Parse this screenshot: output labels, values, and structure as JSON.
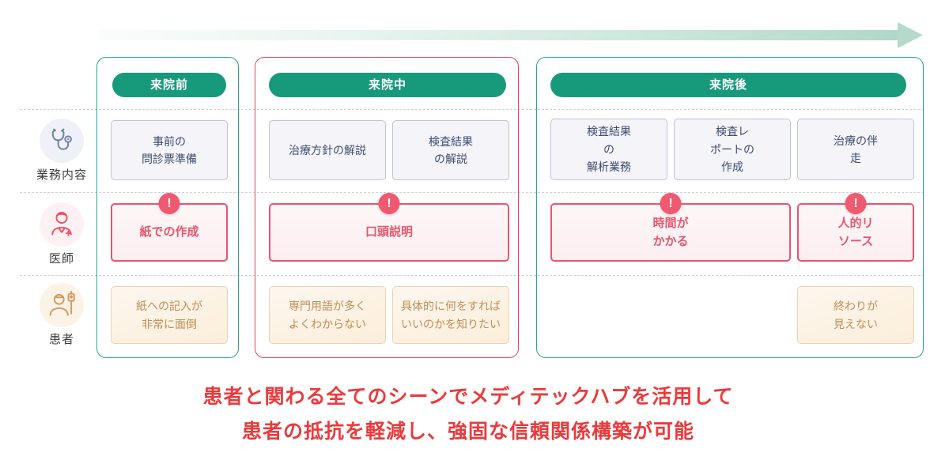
{
  "colors": {
    "teal_pill": "#17997b",
    "teal_border": "#2aa58c",
    "red_border": "#ea4257",
    "alert_red": "#e9566c",
    "task_navy": "#3e4d70",
    "patient_tan": "#c08d55",
    "caption_red": "#e93b3d"
  },
  "alert_glyph": "!",
  "row_labels": [
    {
      "label": "業務内容",
      "icon": "stethoscope-icon"
    },
    {
      "label": "医師",
      "icon": "doctor-icon"
    },
    {
      "label": "患者",
      "icon": "patient-icon"
    }
  ],
  "columns": [
    {
      "header": "来院前",
      "highlighted": false,
      "tasks": [
        {
          "text": "事前の\n問診票準備"
        }
      ],
      "doctor_pains": [
        {
          "text": "紙での作成"
        }
      ],
      "patient_pains": [
        {
          "text": "紙への記入が\n非常に面倒"
        }
      ]
    },
    {
      "header": "来院中",
      "highlighted": true,
      "tasks": [
        {
          "text": "治療方針の解説"
        },
        {
          "text": "検査結果\nの解説"
        }
      ],
      "doctor_pains": [
        {
          "text": "口頭説明"
        }
      ],
      "patient_pains": [
        {
          "text": "専門用語が多く\nよくわからない"
        },
        {
          "text": "具体的に何をすれば\nいいのかを知りたい"
        }
      ]
    },
    {
      "header": "来院後",
      "highlighted": false,
      "tasks": [
        {
          "text": "検査結果\nの\n解析業務"
        },
        {
          "text": "検査レ\nポートの\n作成"
        },
        {
          "text": "治療の伴\n走"
        }
      ],
      "doctor_pains": [
        {
          "text": "時間が\nかかる"
        },
        {
          "text": "人的リ\nソース"
        }
      ],
      "patient_pains": [
        {
          "text": "終わりが\n見えない"
        }
      ]
    }
  ],
  "caption": {
    "line1": "患者と関わる全てのシーンでメディテックハブを活用して",
    "line2": "患者の抵抗を軽減し、強固な信頼関係構築が可能"
  }
}
